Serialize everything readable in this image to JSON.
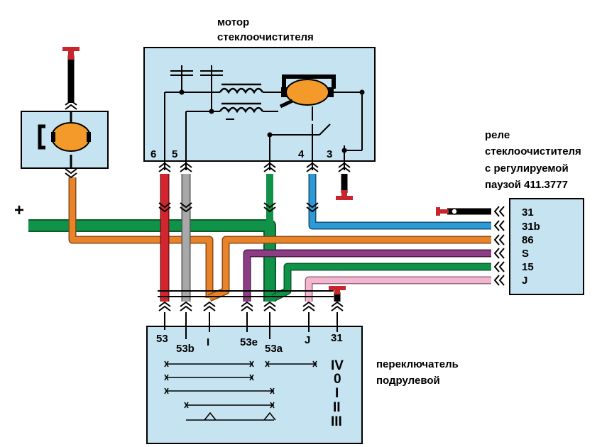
{
  "captions": {
    "motor_line1": "мотор",
    "motor_line2": "стеклоочистителя",
    "relay_line1": "реле",
    "relay_line2": "стеклоочистителя",
    "relay_line3": "с регулируемой",
    "relay_line4": "паузой 411.3777",
    "switch_line1": "переключатель",
    "switch_line2": "подрулевой",
    "plus": "+"
  },
  "motor_terminals": {
    "t6": "6",
    "t5": "5",
    "t4": "4",
    "t3": "3"
  },
  "relay_terminals": {
    "t31": "31",
    "t31b": "31b",
    "t86": "86",
    "tS": "S",
    "t15": "15",
    "tJ": "J"
  },
  "switch_terminals": {
    "t53": "53",
    "t53b": "53b",
    "tI": "I",
    "t53e": "53e",
    "t53a": "53a",
    "tJ": "J",
    "t31": "31"
  },
  "switch_positions": {
    "p_iv": "IV",
    "p_0": "0",
    "p_i": "I",
    "p_ii": "II",
    "p_iii": "III"
  },
  "colors": {
    "panel_fill": "#c5e3f0",
    "green": "#119249",
    "orange": "#e8832a",
    "red": "#d2252d",
    "gray": "#a8a8a8",
    "blue": "#2d9ad6",
    "purple": "#8c3d86",
    "pink": "#f2b6cf",
    "motor_body": "#f39a2a",
    "ground_red": "#c8252d"
  }
}
